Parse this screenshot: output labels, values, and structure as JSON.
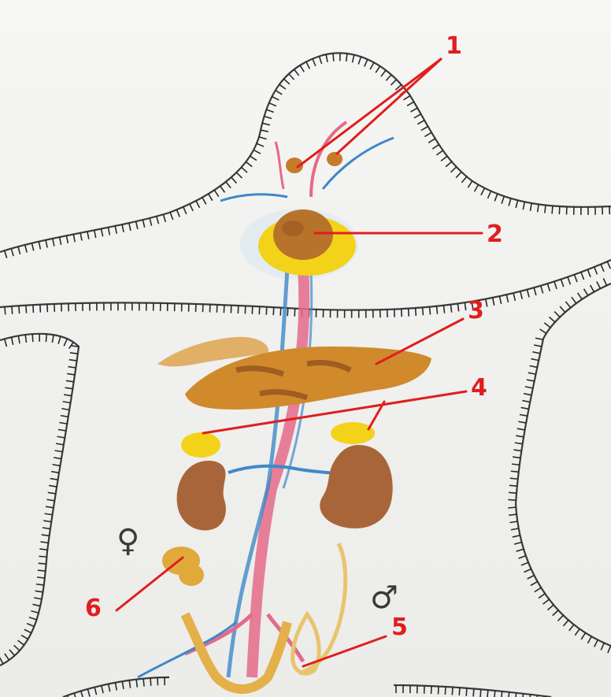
{
  "labels": [
    {
      "id": "1",
      "text": "1"
    },
    {
      "id": "2",
      "text": "2"
    },
    {
      "id": "3",
      "text": "3"
    },
    {
      "id": "4",
      "text": "4"
    },
    {
      "id": "5",
      "text": "5"
    },
    {
      "id": "6",
      "text": "6"
    }
  ],
  "symbols": {
    "female": "♀",
    "male": "♂"
  },
  "colors": {
    "callout": "#e01e1e",
    "gland_yellow": "#f3d21a",
    "gland_orange": "#cf8a2c",
    "organ_brown": "#a9653a",
    "artery": "#e46a8a",
    "vein": "#3f88c8",
    "outline": "#3a3a3a"
  }
}
